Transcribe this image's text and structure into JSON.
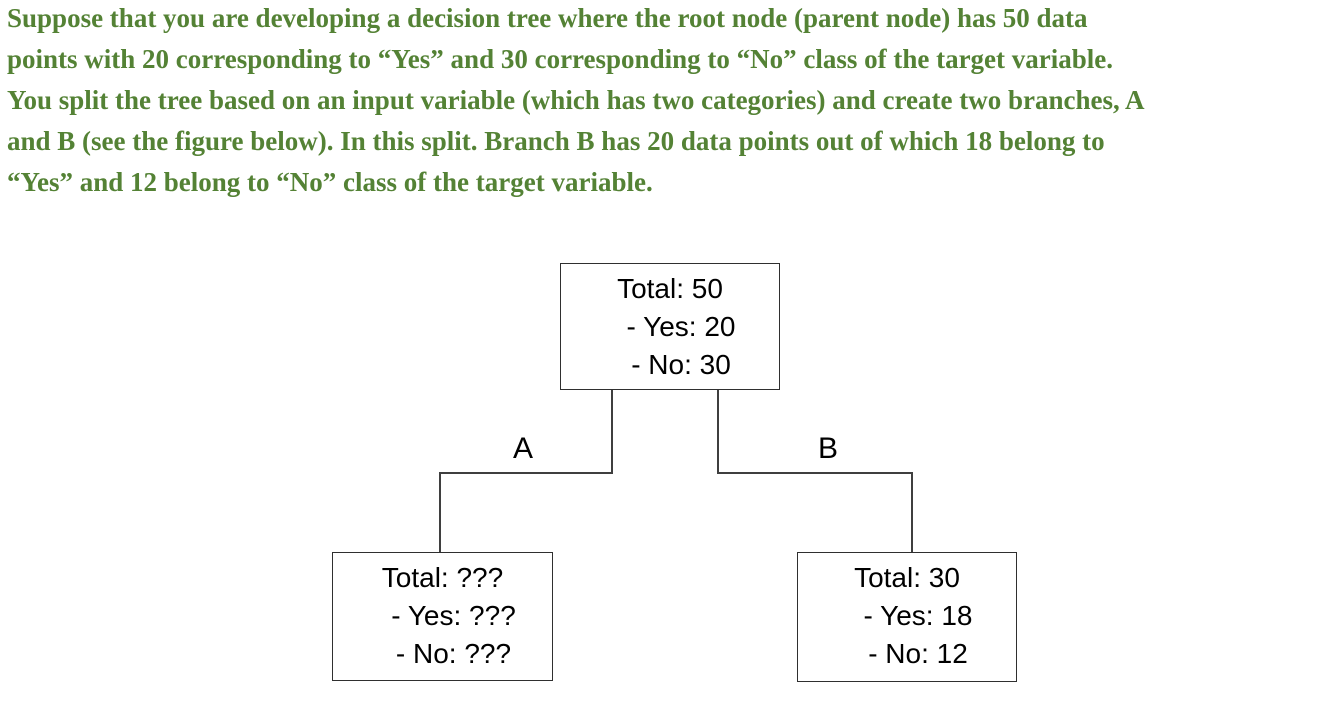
{
  "question": {
    "color": "#548235",
    "lines": [
      "Suppose that you are developing a decision tree where the root node (parent node) has 50 data",
      "points with 20 corresponding to “Yes” and 30 corresponding to “No” class of the target variable.",
      "You split the tree based on an input variable (which has two categories) and create two branches, A",
      "and B (see the figure below). In this split. Branch B has 20 data points out of which 18 belong to",
      "“Yes” and 12 belong to “No” class of the target variable."
    ]
  },
  "diagram": {
    "root_node": {
      "total": "Total: 50",
      "yes": "- Yes: 20",
      "no": "- No: 30"
    },
    "branch_a": {
      "label": "A"
    },
    "branch_b": {
      "label": "B"
    },
    "left_node": {
      "total": "Total: ???",
      "yes": "- Yes: ???",
      "no": "- No: ???"
    },
    "right_node": {
      "total": "Total: 30",
      "yes": "- Yes: 18",
      "no": "- No: 12"
    }
  }
}
